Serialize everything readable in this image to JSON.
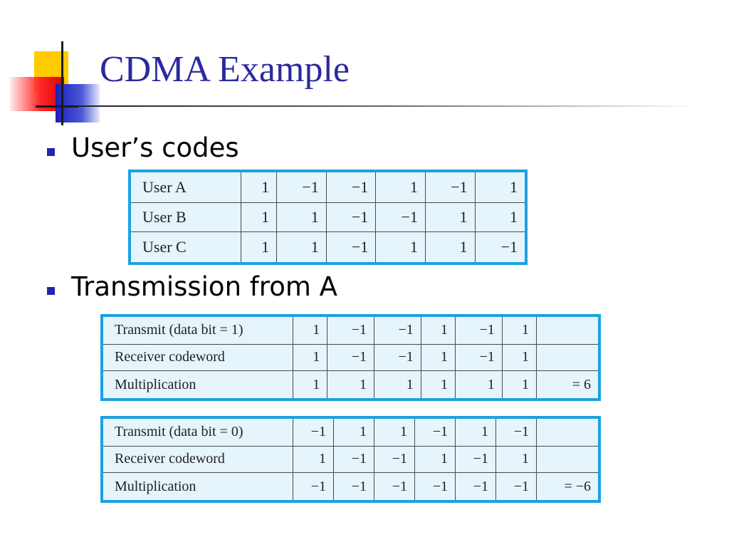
{
  "title": "CDMA Example",
  "bullets": [
    "User’s codes",
    "Transmission from A"
  ],
  "users_table": [
    {
      "label": "User A",
      "values": [
        "1",
        "−1",
        "−1",
        "1",
        "−1",
        "1"
      ]
    },
    {
      "label": "User B",
      "values": [
        "1",
        "1",
        "−1",
        "−1",
        "1",
        "1"
      ]
    },
    {
      "label": "User C",
      "values": [
        "1",
        "1",
        "−1",
        "1",
        "1",
        "−1"
      ]
    }
  ],
  "tx_bit1": [
    {
      "label": "Transmit (data bit = 1)",
      "values": [
        "1",
        "−1",
        "−1",
        "1",
        "−1",
        "1"
      ],
      "result": ""
    },
    {
      "label": "Receiver codeword",
      "values": [
        "1",
        "−1",
        "−1",
        "1",
        "−1",
        "1"
      ],
      "result": ""
    },
    {
      "label": "Multiplication",
      "values": [
        "1",
        "1",
        "1",
        "1",
        "1",
        "1"
      ],
      "result": "= 6"
    }
  ],
  "tx_bit0": [
    {
      "label": "Transmit (data bit = 0)",
      "values": [
        "−1",
        "1",
        "1",
        "−1",
        "1",
        "−1"
      ],
      "result": ""
    },
    {
      "label": "Receiver codeword",
      "values": [
        "1",
        "−1",
        "−1",
        "1",
        "−1",
        "1"
      ],
      "result": ""
    },
    {
      "label": "Multiplication",
      "values": [
        "−1",
        "−1",
        "−1",
        "−1",
        "−1",
        "−1"
      ],
      "result": "= −6"
    }
  ],
  "colors": {
    "title": "#2a2a9e",
    "table_border": "#1ba1e2",
    "table_fill": "#e6f4fc",
    "bullet": "#2424b0"
  }
}
